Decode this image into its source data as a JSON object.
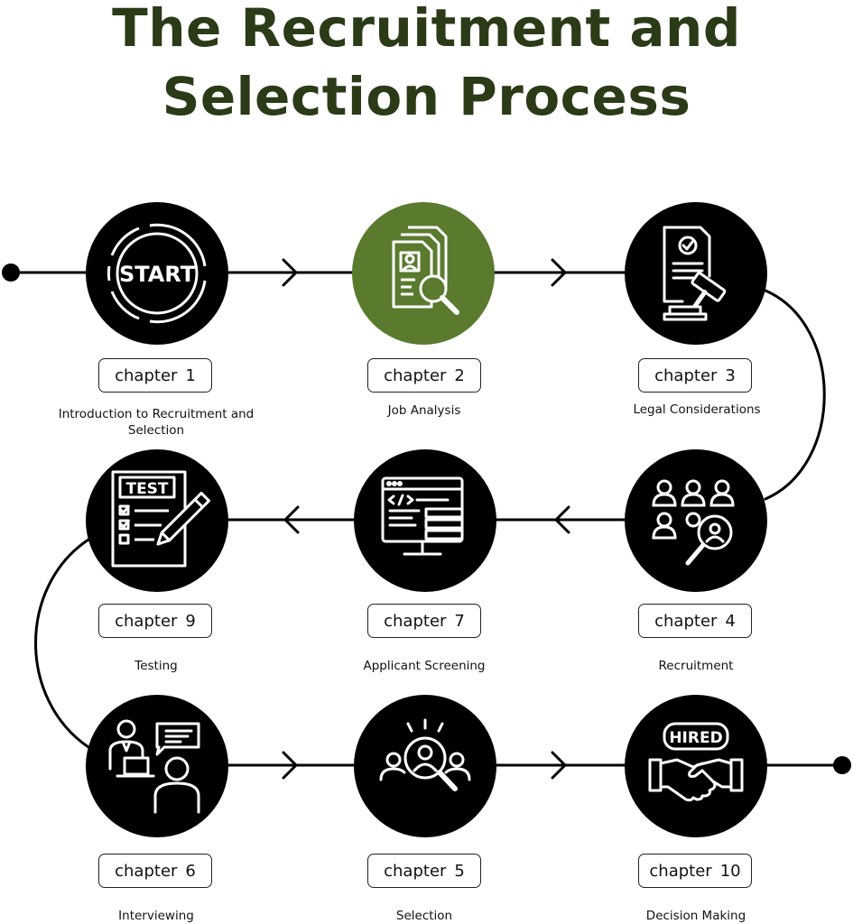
{
  "title": {
    "line1": "The Recruitment and",
    "line2": "Selection Process"
  },
  "colors": {
    "title": "#2b3a17",
    "node": "#000000",
    "highlight_node": "#5a7a2e",
    "track": "#000000"
  },
  "chapter_word": "chapter",
  "steps": [
    {
      "id": "start",
      "number": "1",
      "label": "Introduction to Recruitment and Selection",
      "icon": "start-icon",
      "highlighted": false,
      "icon_text": "START"
    },
    {
      "id": "job-analysis",
      "number": "2",
      "label": "Job Analysis",
      "icon": "document-search-icon",
      "highlighted": true
    },
    {
      "id": "legal",
      "number": "3",
      "label": "Legal Considerations",
      "icon": "gavel-document-icon",
      "highlighted": false
    },
    {
      "id": "recruitment",
      "number": "4",
      "label": "Recruitment",
      "icon": "people-search-icon",
      "highlighted": false
    },
    {
      "id": "screening",
      "number": "7",
      "label": "Applicant Screening",
      "icon": "computer-code-icon",
      "highlighted": false
    },
    {
      "id": "testing",
      "number": "9",
      "label": "Testing",
      "icon": "test-paper-icon",
      "highlighted": false,
      "icon_text": "TEST"
    },
    {
      "id": "interviewing",
      "number": "6",
      "label": "Interviewing",
      "icon": "interview-icon",
      "highlighted": false
    },
    {
      "id": "selection",
      "number": "5",
      "label": "Selection",
      "icon": "person-search-icon",
      "highlighted": false
    },
    {
      "id": "decision",
      "number": "10",
      "label": "Decision Making",
      "icon": "hired-handshake-icon",
      "highlighted": false,
      "icon_text": "HIRED"
    }
  ]
}
